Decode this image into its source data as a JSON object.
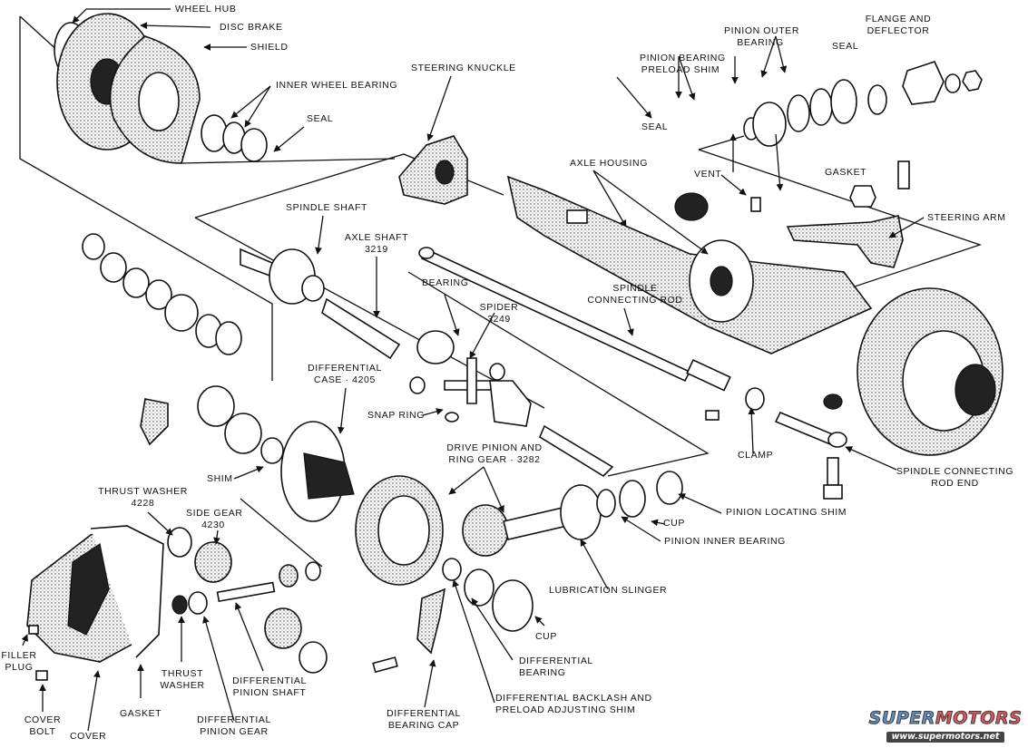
{
  "diagram": {
    "title": "Front Drive Axle Exploded View",
    "labels": {
      "wheel_hub": "WHEEL HUB",
      "disc_brake": "DISC BRAKE",
      "shield": "SHIELD",
      "inner_wheel_bearing": "INNER WHEEL BEARING",
      "seal_wheel": "SEAL",
      "steering_knuckle": "STEERING KNUCKLE",
      "pinion_bearing_preload_shim_1": "PINION BEARING",
      "pinion_bearing_preload_shim_2": "PRELOAD SHIM",
      "pinion_outer_bearing_1": "PINION OUTER",
      "pinion_outer_bearing_2": "BEARING",
      "seal_pinion": "SEAL",
      "flange_deflector_1": "FLANGE AND",
      "flange_deflector_2": "DEFLECTOR",
      "seal_housing": "SEAL",
      "gasket_pinion": "GASKET",
      "axle_housing": "AXLE HOUSING",
      "vent": "VENT",
      "steering_arm": "STEERING ARM",
      "spindle_shaft": "SPINDLE SHAFT",
      "axle_shaft_1": "AXLE SHAFT",
      "axle_shaft_2": "3219",
      "bearing": "BEARING",
      "spider_1": "SPIDER",
      "spider_2": "3249",
      "spindle_connecting_rod_1": "SPINDLE",
      "spindle_connecting_rod_2": "CONNECTING ROD",
      "differential_case_1": "DIFFERENTIAL",
      "differential_case_2": "CASE · 4205",
      "snap_ring": "SNAP RING",
      "clamp": "CLAMP",
      "spindle_connecting_rod_end_1": "SPINDLE CONNECTING",
      "spindle_connecting_rod_end_2": "ROD END",
      "drive_pinion_1": "DRIVE PINION AND",
      "drive_pinion_2": "RING GEAR · 3282",
      "shim": "SHIM",
      "pinion_locating_shim": "PINION LOCATING SHIM",
      "cup_pinion": "CUP",
      "pinion_inner_bearing": "PINION INNER BEARING",
      "thrust_washer_4228_1": "THRUST WASHER",
      "thrust_washer_4228_2": "4228",
      "side_gear_1": "SIDE GEAR",
      "side_gear_2": "4230",
      "lubrication_slinger": "LUBRICATION SLINGER",
      "cup_diff": "CUP",
      "filler_plug_1": "FILLER",
      "filler_plug_2": "PLUG",
      "thrust_washer_1": "THRUST",
      "thrust_washer_2": "WASHER",
      "diff_pinion_shaft_1": "DIFFERENTIAL",
      "diff_pinion_shaft_2": "PINION SHAFT",
      "differential_bearing_1": "DIFFERENTIAL",
      "differential_bearing_2": "BEARING",
      "cover_bolt_1": "COVER",
      "cover_bolt_2": "BOLT",
      "cover": "COVER",
      "gasket_cover": "GASKET",
      "diff_pinion_gear_1": "DIFFERENTIAL",
      "diff_pinion_gear_2": "PINION GEAR",
      "diff_bearing_cap_1": "DIFFERENTIAL",
      "diff_bearing_cap_2": "BEARING CAP",
      "backlash_shim_1": "DIFFERENTIAL BACKLASH AND",
      "backlash_shim_2": "PRELOAD ADJUSTING SHIM"
    }
  },
  "watermark": {
    "brand_part1": "SUPER",
    "brand_part2": "MOTORS",
    "url": "www.supermotors.net",
    "color_part1": "#5f8fc4",
    "color_part2": "#e0555a"
  }
}
